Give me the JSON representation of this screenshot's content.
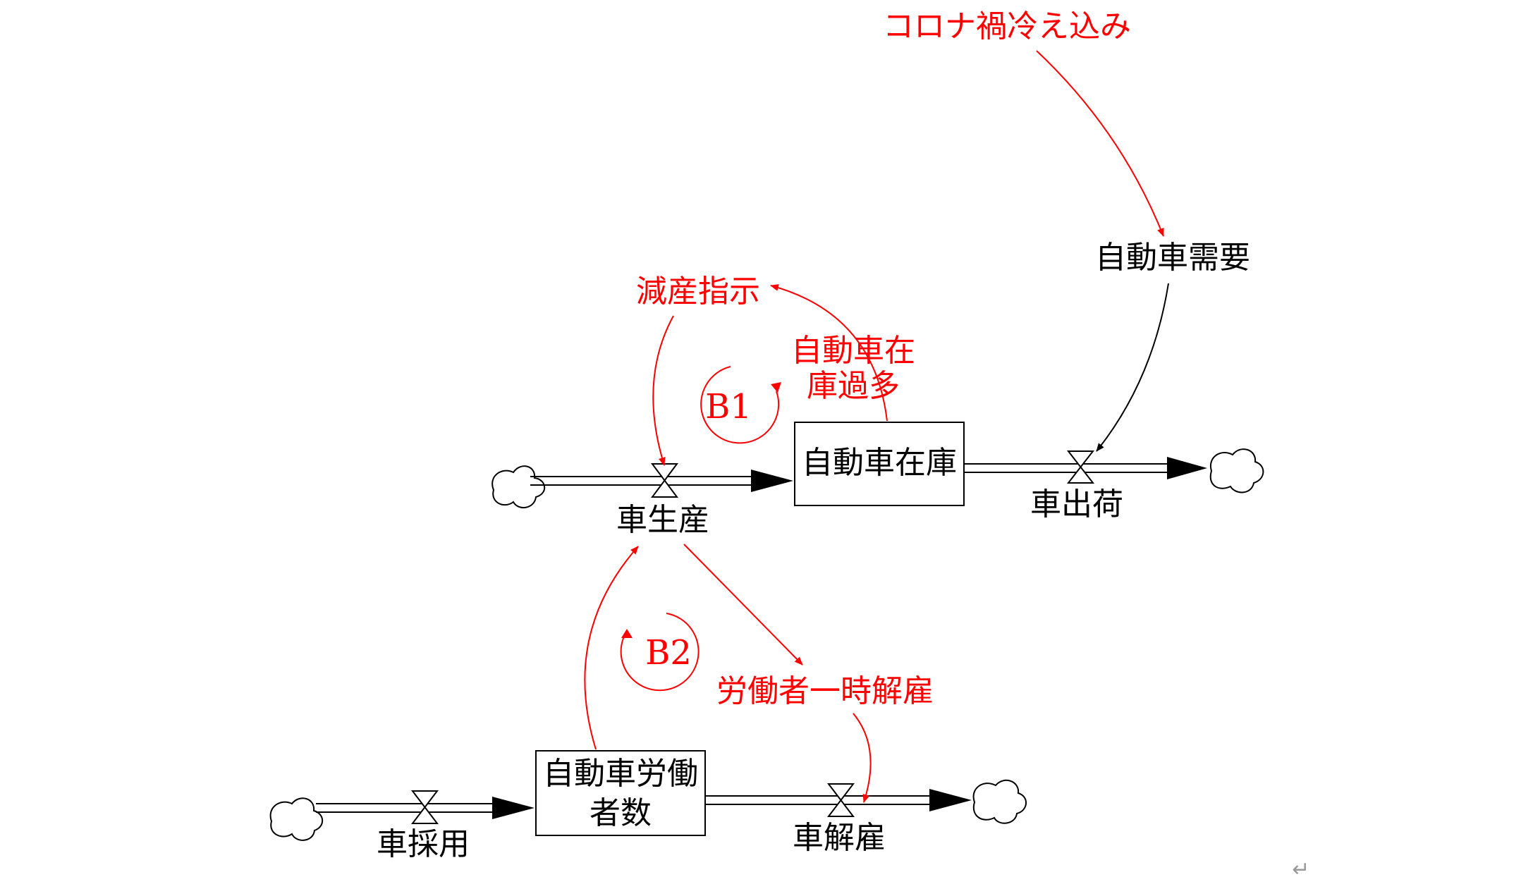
{
  "stocks": {
    "car_inventory": "自動車在庫",
    "car_workers_line1": "自動車労働",
    "car_workers_line2": "者数"
  },
  "flows": {
    "car_production": "車生産",
    "car_shipment": "車出荷",
    "car_hiring": "車採用",
    "car_layoff": "車解雇"
  },
  "variables": {
    "covid_slump": "コロナ禍冷え込み",
    "car_demand": "自動車需要",
    "production_cut_order": "減産指示",
    "excess_inventory_line1": "自動車在",
    "excess_inventory_line2": "庫過多",
    "temporary_layoff": "労働者一時解雇"
  },
  "loops": {
    "b1": "B1",
    "b2": "B2"
  },
  "colors": {
    "highlight": "#ff0000",
    "default": "#000000"
  },
  "return_mark": "↵"
}
